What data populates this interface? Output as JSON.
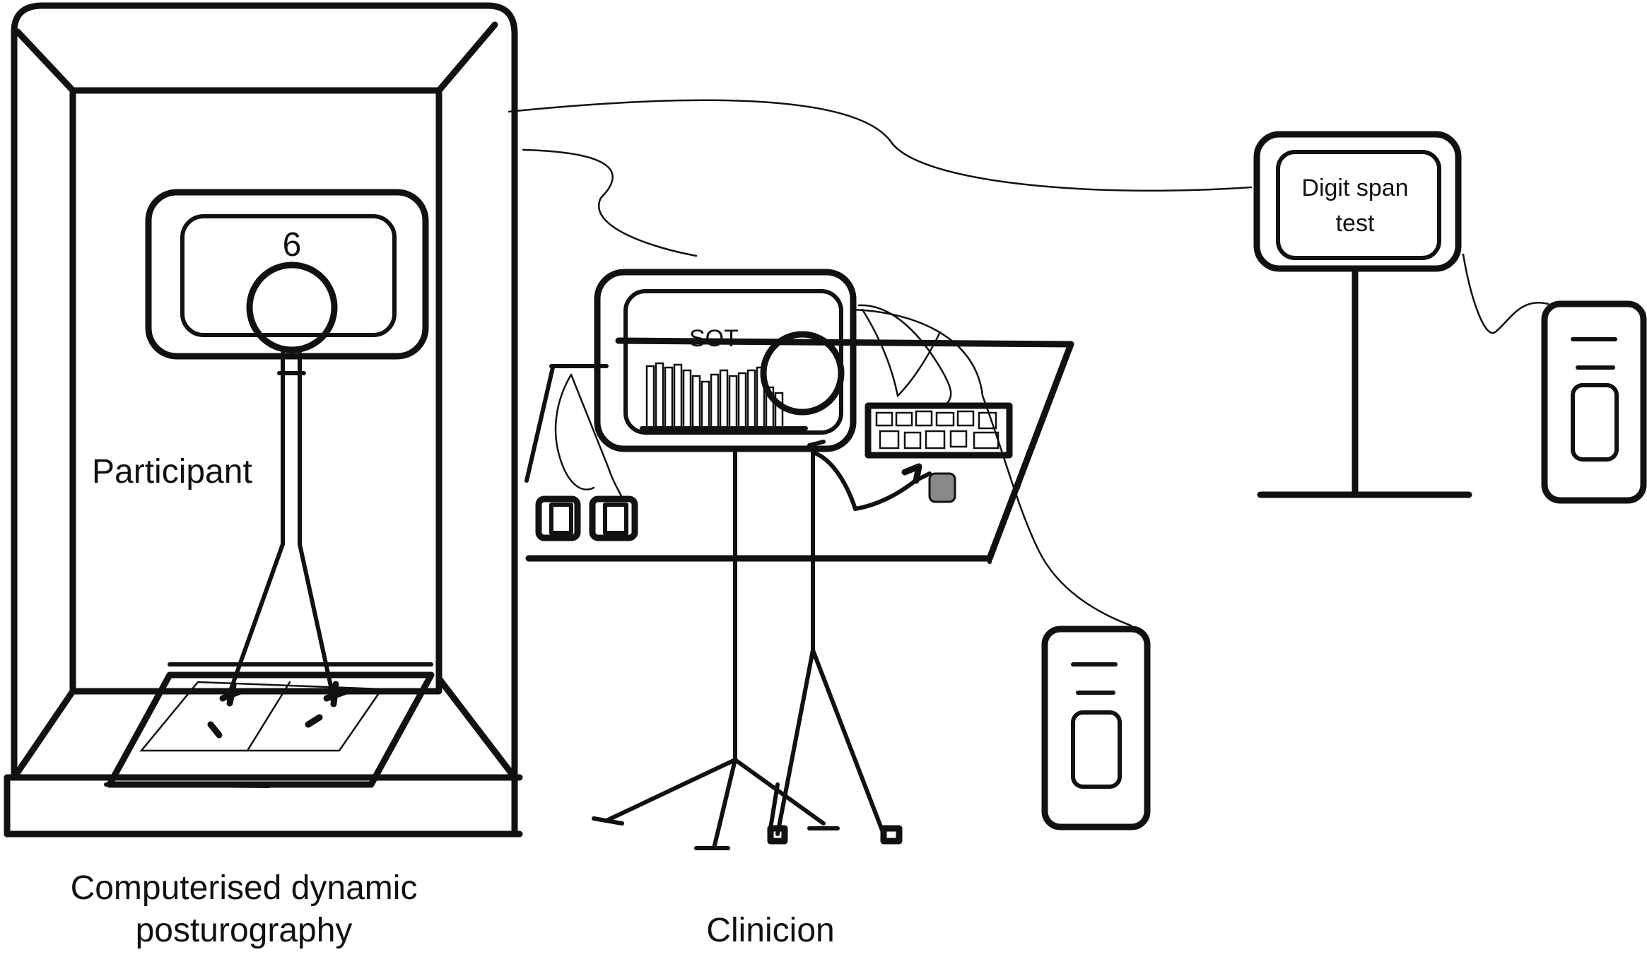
{
  "labels": {
    "screen_digit": "6",
    "participant": "Participant",
    "cdp_line1": "Computerised dynamic",
    "cdp_line2": "posturography",
    "sot": "SOT",
    "clinician": "Clinicion",
    "digit_span_line1": "Digit span",
    "digit_span_line2": "test"
  },
  "colors": {
    "ink": "#111111",
    "background": "#ffffff",
    "mouse_fill": "#888888"
  }
}
